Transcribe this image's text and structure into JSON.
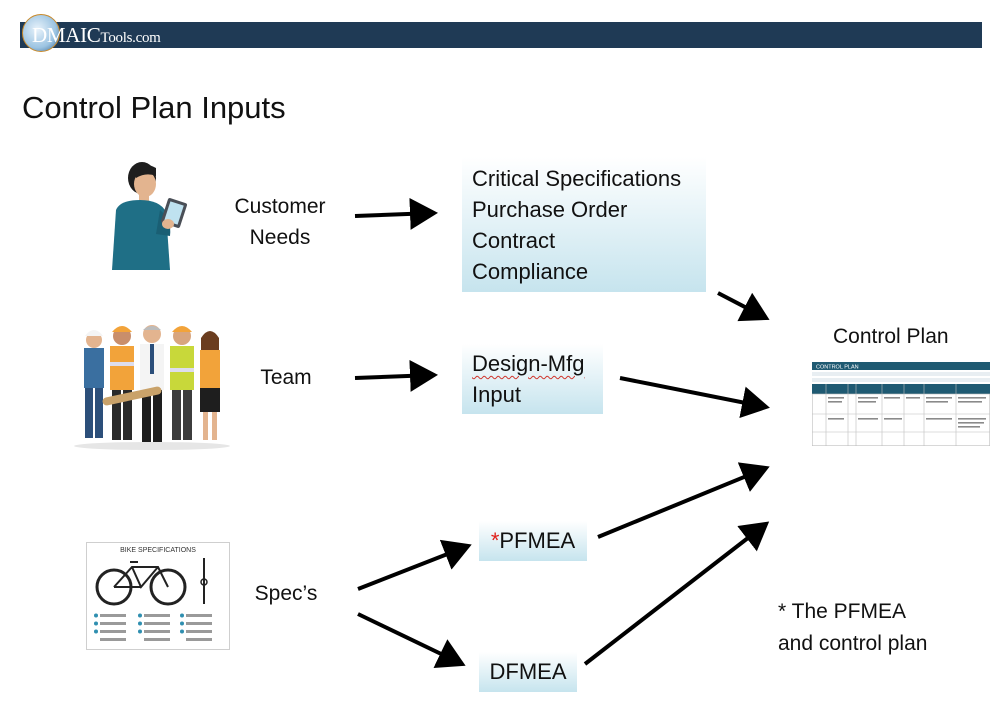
{
  "header": {
    "logo_main": "DMAIC",
    "logo_sub": "Tools.com"
  },
  "title": "Control Plan Inputs",
  "inputs": [
    {
      "label_lines": [
        "Customer",
        "Needs"
      ],
      "picture": "person-with-tablet"
    },
    {
      "label_lines": [
        "Team"
      ],
      "picture": "industrial-team-group"
    },
    {
      "label_lines": [
        "Spec’s"
      ],
      "picture": "bike-specifications-sheet"
    }
  ],
  "boxes": {
    "customer_box": [
      "Critical Specifications",
      "Purchase Order",
      "Contract",
      "Compliance"
    ],
    "team_box": {
      "line1": "Design-Mfg",
      "line2": "Input"
    },
    "pfmea": {
      "asterisk": "*",
      "text": "PFMEA"
    },
    "dfmea": "DFMEA"
  },
  "output": {
    "label": "Control Plan",
    "doc_header": "CONTROL PLAN"
  },
  "bike_sheet": {
    "title": "BIKE SPECIFICATIONS"
  },
  "note": [
    "* The PFMEA",
    "and control plan"
  ],
  "colors": {
    "header_bar": "#1f3a55",
    "box_top": "#ffffff",
    "box_bottom": "#c6e4ee",
    "asterisk": "#e0201a",
    "arrow": "#000000",
    "doc_header": "#1f5a72"
  }
}
